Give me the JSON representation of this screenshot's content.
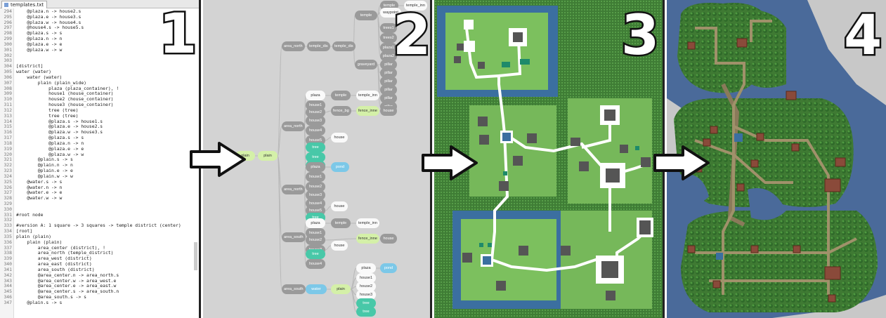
{
  "editor": {
    "tab_label": "templates.txt",
    "lines": [
      {
        "n": "294",
        "t": "    @plaza.n -> house2.s"
      },
      {
        "n": "295",
        "t": "    @plaza.e -> house3.s"
      },
      {
        "n": "296",
        "t": "    @plaza.w -> house4.s"
      },
      {
        "n": "297",
        "t": "    @house4.s -> house5.s"
      },
      {
        "n": "298",
        "t": "    @plaza.s -> s"
      },
      {
        "n": "299",
        "t": "    @plaza.n -> n"
      },
      {
        "n": "300",
        "t": "    @plaza.e -> e"
      },
      {
        "n": "301",
        "t": "    @plaza.w -> w"
      },
      {
        "n": "302",
        "t": ""
      },
      {
        "n": "303",
        "t": ""
      },
      {
        "n": "304",
        "t": "[district]"
      },
      {
        "n": "305",
        "t": "water (water)"
      },
      {
        "n": "306",
        "t": "    water (water)"
      },
      {
        "n": "307",
        "t": "        plain (plain_wide)"
      },
      {
        "n": "308",
        "t": "            plaza (plaza_container), !"
      },
      {
        "n": "309",
        "t": "            house1 (house_container)"
      },
      {
        "n": "310",
        "t": "            house2 (house_container)"
      },
      {
        "n": "311",
        "t": "            house3 (house_container)"
      },
      {
        "n": "312",
        "t": "            tree (tree)"
      },
      {
        "n": "313",
        "t": "            tree (tree)"
      },
      {
        "n": "314",
        "t": "            @plaza.s -> house1.s"
      },
      {
        "n": "315",
        "t": "            @plaza.e -> house2.s"
      },
      {
        "n": "316",
        "t": "            @plaza.w -> house3.s"
      },
      {
        "n": "317",
        "t": "            @plaza.s -> s"
      },
      {
        "n": "318",
        "t": "            @plaza.n -> n"
      },
      {
        "n": "319",
        "t": "            @plaza.e -> e"
      },
      {
        "n": "320",
        "t": "            @plaza.w -> w"
      },
      {
        "n": "321",
        "t": "        @plain.s -> s"
      },
      {
        "n": "322",
        "t": "        @plain.n -> n"
      },
      {
        "n": "323",
        "t": "        @plain.e -> e"
      },
      {
        "n": "324",
        "t": "        @plain.w -> w"
      },
      {
        "n": "325",
        "t": "    @water.s -> s"
      },
      {
        "n": "326",
        "t": "    @water.n -> n"
      },
      {
        "n": "327",
        "t": "    @water.e -> e"
      },
      {
        "n": "328",
        "t": "    @water.w -> w"
      },
      {
        "n": "329",
        "t": ""
      },
      {
        "n": "330",
        "t": ""
      },
      {
        "n": "331",
        "t": "#root node"
      },
      {
        "n": "332",
        "t": ""
      },
      {
        "n": "333",
        "t": "#version A: 1 square -> 3 squares -> temple district (center)"
      },
      {
        "n": "334",
        "t": "[root]"
      },
      {
        "n": "335",
        "t": "plain (plain)"
      },
      {
        "n": "336",
        "t": "    plain (plain)"
      },
      {
        "n": "337",
        "t": "        area_center (district), !"
      },
      {
        "n": "338",
        "t": "        area_north (temple_district)"
      },
      {
        "n": "339",
        "t": "        area_west (district)"
      },
      {
        "n": "340",
        "t": "        area_east (district)"
      },
      {
        "n": "341",
        "t": "        area_south (district)"
      },
      {
        "n": "342",
        "t": "        @area_center.n -> area_north.s"
      },
      {
        "n": "343",
        "t": "        @area_center.w -> area_west.e"
      },
      {
        "n": "344",
        "t": "        @area_center.e -> area_east.w"
      },
      {
        "n": "345",
        "t": "        @area_center.s -> area_south.n"
      },
      {
        "n": "346",
        "t": "        @area_south.s -> s"
      },
      {
        "n": "347",
        "t": "    @plain.s -> s"
      }
    ]
  },
  "step_numbers": {
    "one": "1",
    "two": "2",
    "three": "3",
    "four": "4"
  },
  "graph": {
    "nodes": [
      {
        "label": "plain",
        "cls": "lg"
      },
      {
        "label": "plain",
        "cls": "lg"
      },
      {
        "label": "area_north",
        "cls": "g"
      },
      {
        "label": "temple_dis",
        "cls": "g"
      },
      {
        "label": "temple_dis",
        "cls": "g"
      },
      {
        "label": "temple",
        "cls": "g"
      },
      {
        "label": "temple",
        "cls": "g"
      },
      {
        "label": "waypoint",
        "cls": "w"
      },
      {
        "label": "temple_inn",
        "cls": "w"
      },
      {
        "label": "trees1",
        "cls": "g"
      },
      {
        "label": "trees2",
        "cls": "g"
      },
      {
        "label": "plaza1",
        "cls": "g"
      },
      {
        "label": "plaza2",
        "cls": "g"
      },
      {
        "label": "graveyard",
        "cls": "g"
      },
      {
        "label": "pillar",
        "cls": "g"
      },
      {
        "label": "pillar",
        "cls": "g"
      },
      {
        "label": "pillar",
        "cls": "g"
      },
      {
        "label": "pillar",
        "cls": "g"
      },
      {
        "label": "pillar",
        "cls": "g"
      },
      {
        "label": "pillar",
        "cls": "g"
      },
      {
        "label": "area_north",
        "cls": "g"
      },
      {
        "label": "plaza",
        "cls": "w"
      },
      {
        "label": "temple",
        "cls": "g"
      },
      {
        "label": "temple_inn",
        "cls": "w"
      },
      {
        "label": "house1",
        "cls": "g"
      },
      {
        "label": "house2",
        "cls": "g"
      },
      {
        "label": "fence_bg",
        "cls": "g"
      },
      {
        "label": "fence_inne",
        "cls": "lg"
      },
      {
        "label": "house",
        "cls": "g"
      },
      {
        "label": "house3",
        "cls": "g"
      },
      {
        "label": "house4",
        "cls": "g"
      },
      {
        "label": "house5",
        "cls": "g"
      },
      {
        "label": "house",
        "cls": "w"
      },
      {
        "label": "tree",
        "cls": "c"
      },
      {
        "label": "tree",
        "cls": "c"
      },
      {
        "label": "tree",
        "cls": "c"
      },
      {
        "label": "area_north",
        "cls": "g"
      },
      {
        "label": "plaza",
        "cls": "g"
      },
      {
        "label": "pond",
        "cls": "b"
      },
      {
        "label": "house1",
        "cls": "g"
      },
      {
        "label": "house2",
        "cls": "g"
      },
      {
        "label": "house3",
        "cls": "g"
      },
      {
        "label": "house4",
        "cls": "g"
      },
      {
        "label": "house5",
        "cls": "g"
      },
      {
        "label": "house",
        "cls": "w"
      },
      {
        "label": "tree",
        "cls": "c"
      },
      {
        "label": "area_south",
        "cls": "g"
      },
      {
        "label": "plaza",
        "cls": "w"
      },
      {
        "label": "temple",
        "cls": "g"
      },
      {
        "label": "temple_inn",
        "cls": "w"
      },
      {
        "label": "house1",
        "cls": "g"
      },
      {
        "label": "house2",
        "cls": "g"
      },
      {
        "label": "fence_inne",
        "cls": "lg"
      },
      {
        "label": "house",
        "cls": "g"
      },
      {
        "label": "house3",
        "cls": "g"
      },
      {
        "label": "house",
        "cls": "w"
      },
      {
        "label": "tree",
        "cls": "c"
      },
      {
        "label": "house4",
        "cls": "g"
      },
      {
        "label": "area_south",
        "cls": "g"
      },
      {
        "label": "water",
        "cls": "b"
      },
      {
        "label": "plain",
        "cls": "lg"
      },
      {
        "label": "plaza",
        "cls": "w"
      },
      {
        "label": "pond",
        "cls": "b"
      },
      {
        "label": "house1",
        "cls": "w"
      },
      {
        "label": "house2",
        "cls": "w"
      },
      {
        "label": "house3",
        "cls": "w"
      },
      {
        "label": "tree",
        "cls": "c"
      },
      {
        "label": "tree",
        "cls": "c"
      }
    ]
  },
  "colors": {
    "graph_bg": "#d3d3d3",
    "grass": "#4a8a3e",
    "water": "#4a6a9a"
  }
}
